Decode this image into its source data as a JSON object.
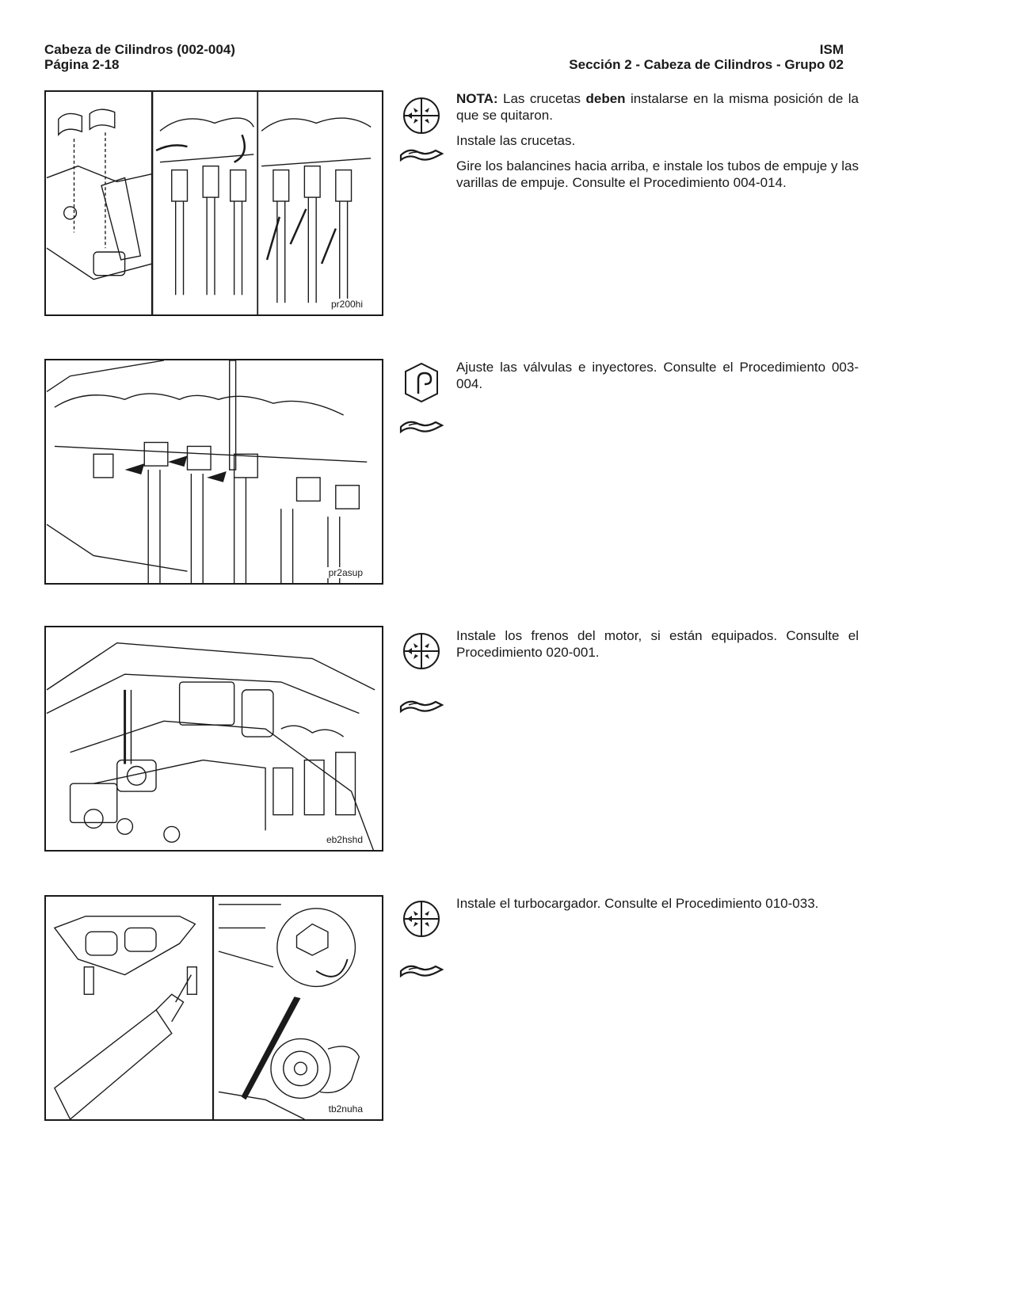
{
  "header": {
    "left_line1": "Cabeza de Cilindros (002-004)",
    "left_line2": "Página 2-18",
    "right_line1": "ISM",
    "right_line2": "Sección 2 - Cabeza de Cilindros - Grupo 02"
  },
  "steps": [
    {
      "figure_code": "pr200hi",
      "icons": [
        "install-tool-icon",
        "wrench-icon"
      ],
      "note_label": "NOTA:",
      "note_text_1": "Las crucetas",
      "note_bold": "deben",
      "note_text_2": "instalarse en la misma posición de la que se quitaron.",
      "text_1": "Instale las crucetas.",
      "text_2": "Gire los balancines hacia arriba, e instale los tubos de empuje y las varillas de empuje. Consulte el Procedimiento 004-014."
    },
    {
      "figure_code": "pr2asup",
      "icons": [
        "adjust-hook-icon",
        "wrench-icon"
      ],
      "text_1": "Ajuste las válvulas e inyectores. Consulte el Procedimiento 003-004."
    },
    {
      "figure_code": "eb2hshd",
      "icons": [
        "install-tool-icon",
        "wrench-icon"
      ],
      "text_1": "Instale los frenos del motor, si están equipados. Consulte el Procedimiento 020-001."
    },
    {
      "figure_code": "tb2nuha",
      "icons": [
        "install-tool-icon",
        "wrench-icon"
      ],
      "text_1": "Instale el turbocargador. Consulte el Procedimiento 010-033."
    }
  ]
}
